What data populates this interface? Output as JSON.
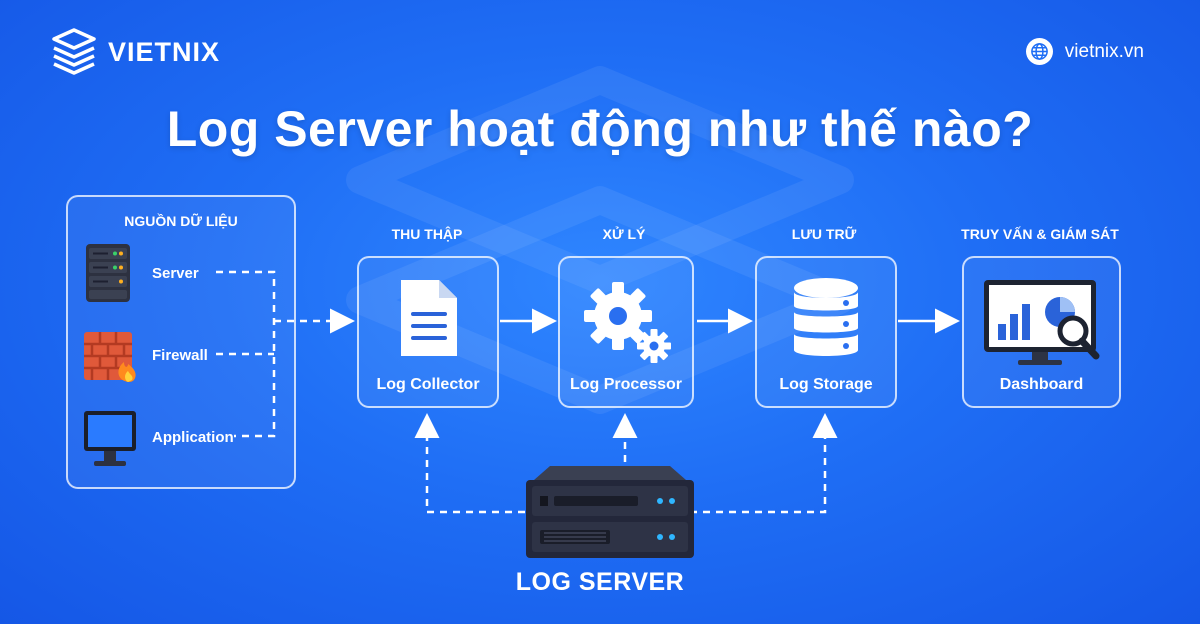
{
  "brand": {
    "name": "VIETNIX",
    "website": "vietnix.vn",
    "accent": "#1f6ef5"
  },
  "title": "Log Server hoạt động như thế nào?",
  "sources": {
    "heading": "NGUỒN DỮ LIỆU",
    "items": [
      {
        "label": "Server",
        "icon": "rack-server-icon"
      },
      {
        "label": "Firewall",
        "icon": "firewall-icon"
      },
      {
        "label": "Application",
        "icon": "monitor-icon"
      }
    ]
  },
  "stages": [
    {
      "heading": "THU THẬP",
      "label": "Log Collector",
      "icon": "document-icon"
    },
    {
      "heading": "XỬ LÝ",
      "label": "Log Processor",
      "icon": "gears-icon"
    },
    {
      "heading": "LƯU TRỮ",
      "label": "Log Storage",
      "icon": "database-icon"
    },
    {
      "heading": "TRUY VẤN & GIÁM SÁT",
      "label": "Dashboard",
      "icon": "dashboard-icon"
    }
  ],
  "log_server": {
    "label": "LOG SERVER",
    "icon": "server-box-icon"
  }
}
